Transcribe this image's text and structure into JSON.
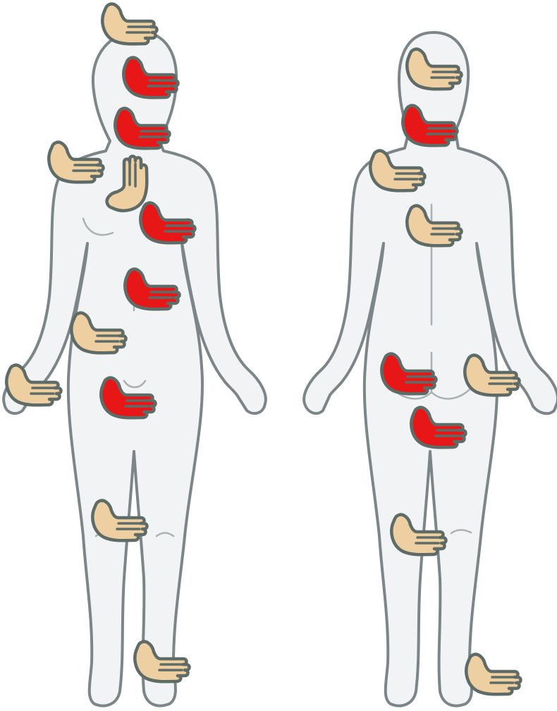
{
  "colors": {
    "allowed": "#edcfa1",
    "forbidden": "#e81717",
    "outline": "#5f6b66",
    "skin": "#f1f3f4",
    "body_outline": "#7c8588"
  },
  "figures": [
    {
      "id": "front",
      "hands": [
        {
          "zone": "head-top",
          "status": "allowed"
        },
        {
          "zone": "face",
          "status": "forbidden"
        },
        {
          "zone": "neck",
          "status": "forbidden"
        },
        {
          "zone": "shoulder",
          "status": "allowed"
        },
        {
          "zone": "upper-chest",
          "status": "allowed"
        },
        {
          "zone": "breast",
          "status": "forbidden"
        },
        {
          "zone": "abdomen",
          "status": "forbidden"
        },
        {
          "zone": "waist",
          "status": "allowed"
        },
        {
          "zone": "hand",
          "status": "allowed"
        },
        {
          "zone": "groin",
          "status": "forbidden"
        },
        {
          "zone": "knee",
          "status": "allowed"
        },
        {
          "zone": "ankle",
          "status": "allowed"
        }
      ]
    },
    {
      "id": "back",
      "hands": [
        {
          "zone": "back-of-head",
          "status": "allowed"
        },
        {
          "zone": "nape",
          "status": "forbidden"
        },
        {
          "zone": "shoulder",
          "status": "allowed"
        },
        {
          "zone": "upper-back",
          "status": "allowed"
        },
        {
          "zone": "buttocks",
          "status": "forbidden"
        },
        {
          "zone": "hip",
          "status": "allowed"
        },
        {
          "zone": "inner-thigh",
          "status": "forbidden"
        },
        {
          "zone": "back-of-knee",
          "status": "allowed"
        },
        {
          "zone": "ankle",
          "status": "allowed"
        }
      ]
    }
  ]
}
